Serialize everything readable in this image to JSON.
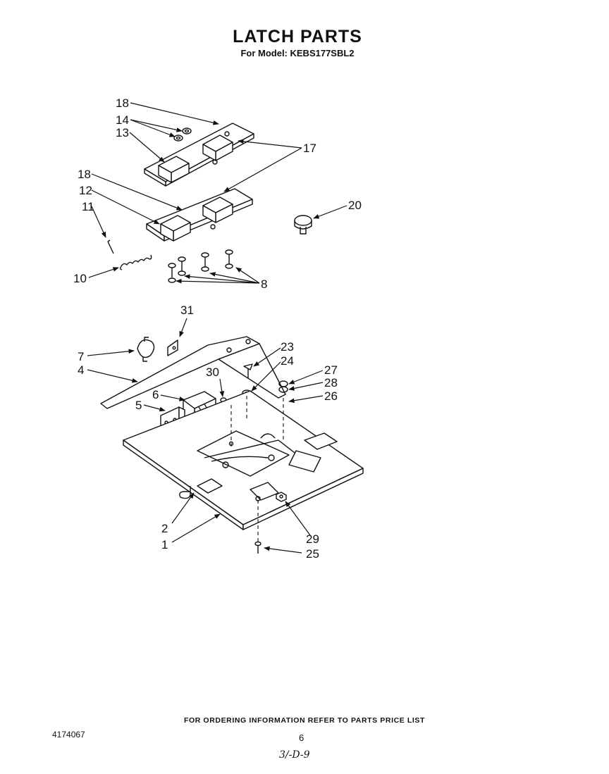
{
  "header": {
    "title": "LATCH PARTS",
    "subtitle": "For Model: KEBS177SBL2"
  },
  "callouts": [
    {
      "id": "c1",
      "label": "1"
    },
    {
      "id": "c2",
      "label": "2"
    },
    {
      "id": "c4",
      "label": "4"
    },
    {
      "id": "c5",
      "label": "5"
    },
    {
      "id": "c6",
      "label": "6"
    },
    {
      "id": "c7",
      "label": "7"
    },
    {
      "id": "c8",
      "label": "8"
    },
    {
      "id": "c10",
      "label": "10"
    },
    {
      "id": "c11",
      "label": "11"
    },
    {
      "id": "c12",
      "label": "12"
    },
    {
      "id": "c13",
      "label": "13"
    },
    {
      "id": "c14",
      "label": "14"
    },
    {
      "id": "c17",
      "label": "17"
    },
    {
      "id": "c18a",
      "label": "18"
    },
    {
      "id": "c18b",
      "label": "18"
    },
    {
      "id": "c20",
      "label": "20"
    },
    {
      "id": "c23",
      "label": "23"
    },
    {
      "id": "c24",
      "label": "24"
    },
    {
      "id": "c25",
      "label": "25"
    },
    {
      "id": "c26",
      "label": "26"
    },
    {
      "id": "c27",
      "label": "27"
    },
    {
      "id": "c28",
      "label": "28"
    },
    {
      "id": "c29",
      "label": "29"
    },
    {
      "id": "c30",
      "label": "30"
    },
    {
      "id": "c31",
      "label": "31"
    }
  ],
  "footer": {
    "note": "FOR ORDERING INFORMATION REFER TO PARTS PRICE LIST",
    "doc_number": "4174067",
    "page": "6",
    "handwritten": "3/-D-9"
  }
}
